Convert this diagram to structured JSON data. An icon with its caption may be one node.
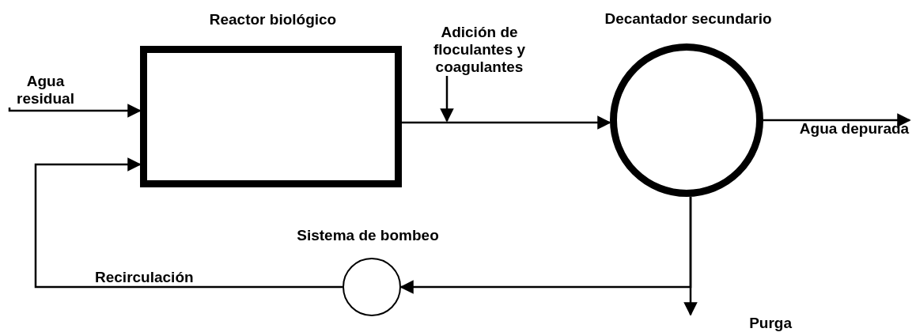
{
  "diagram": {
    "nodes": [
      {
        "text": [
          "Reactor biológico"
        ]
      },
      {
        "text": [
          "Decantador secundario"
        ]
      },
      {
        "text": [
          "Sistema de bombeo"
        ]
      },
      {
        "text": [
          "Agua residual"
        ]
      },
      {
        "text": [
          "Adición de floculantes y coagulantes"
        ]
      },
      {
        "text": [
          "Agua depurada"
        ]
      },
      {
        "text": [
          "Purga"
        ]
      }
    ],
    "edges": [
      {
        "from": 3,
        "to": 0,
        "arrow": "to"
      },
      {
        "from": 0,
        "to": 1,
        "arrow": "to"
      },
      {
        "from": 4,
        "to": null,
        "arrow": "to"
      },
      {
        "from": 1,
        "to": 5,
        "arrow": "to"
      },
      {
        "from": 1,
        "to": 2,
        "arrow": "to"
      },
      {
        "from": 2,
        "to": 0,
        "arrow": "to",
        "label": "Recirculación"
      },
      {
        "from": 1,
        "to": 6,
        "arrow": "to"
      }
    ]
  }
}
